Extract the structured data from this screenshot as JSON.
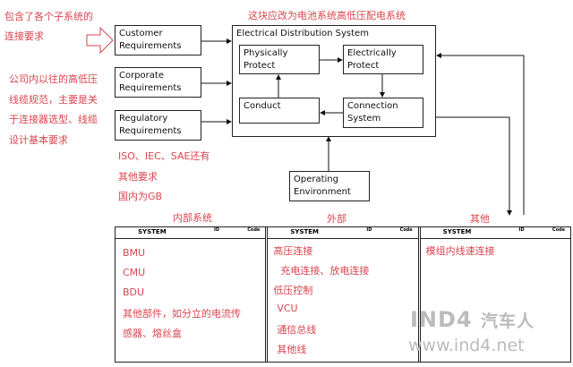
{
  "annotations": {
    "left_top": [
      "包含了各个子系统的",
      "连接要求"
    ],
    "left_mid": [
      "公司内以往的高低压",
      "线缆规范，主要是关",
      "于连接器选型、线缆",
      "设计基本要求"
    ],
    "standards": [
      "ISO、IEC、SAE还有",
      "其他要求",
      "国内为GB"
    ],
    "top": "这块应改为电池系统高低压配电系统"
  },
  "requirements": [
    [
      "Customer",
      "Requirements"
    ],
    [
      "Corporate",
      "Requirements"
    ],
    [
      "Regulatory",
      "Requirements"
    ]
  ],
  "eds": {
    "title": "Electrical Distribution System",
    "physically": [
      "Physically",
      "Protect"
    ],
    "electrically": [
      "Electrically",
      "Protect"
    ],
    "conduct": "Conduct",
    "connection": [
      "Connection",
      "System"
    ]
  },
  "operating": [
    "Operating",
    "Environment"
  ],
  "table": {
    "header": {
      "system": "SYSTEM",
      "id": "ID",
      "code": "Code"
    },
    "columns": [
      {
        "label": "内部系统",
        "items": [
          "BMU",
          "CMU",
          "BDU",
          "其他部件，如分立的电流传",
          "感器、熔丝盒"
        ]
      },
      {
        "label": "外部",
        "items": [
          "高压连接",
          "充电连接、放电连接",
          "低压控制",
          "VCU",
          "通信总线",
          "其他线"
        ]
      },
      {
        "label": "其他",
        "items": [
          "模组内线速连接"
        ]
      }
    ]
  },
  "watermark": {
    "brand": "IND4",
    "cn": "汽车人",
    "url": "www.ind4.net"
  }
}
